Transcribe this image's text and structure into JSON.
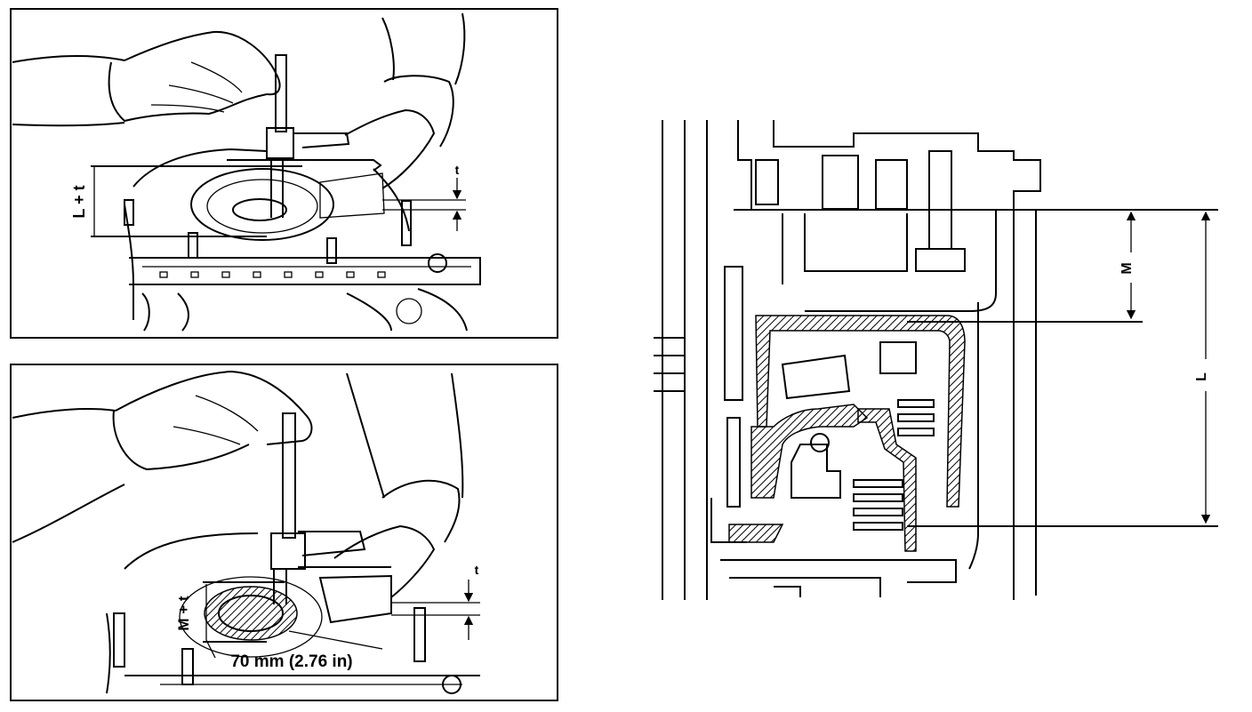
{
  "figure": {
    "top_panel": {
      "dimension_label": "L + t",
      "thickness_label": "t"
    },
    "bottom_panel": {
      "dimension_label": "M + t",
      "thickness_label": "t",
      "span_label": "70 mm (2.76 in)"
    },
    "section_view": {
      "label_m": "M",
      "label_l": "L"
    }
  }
}
